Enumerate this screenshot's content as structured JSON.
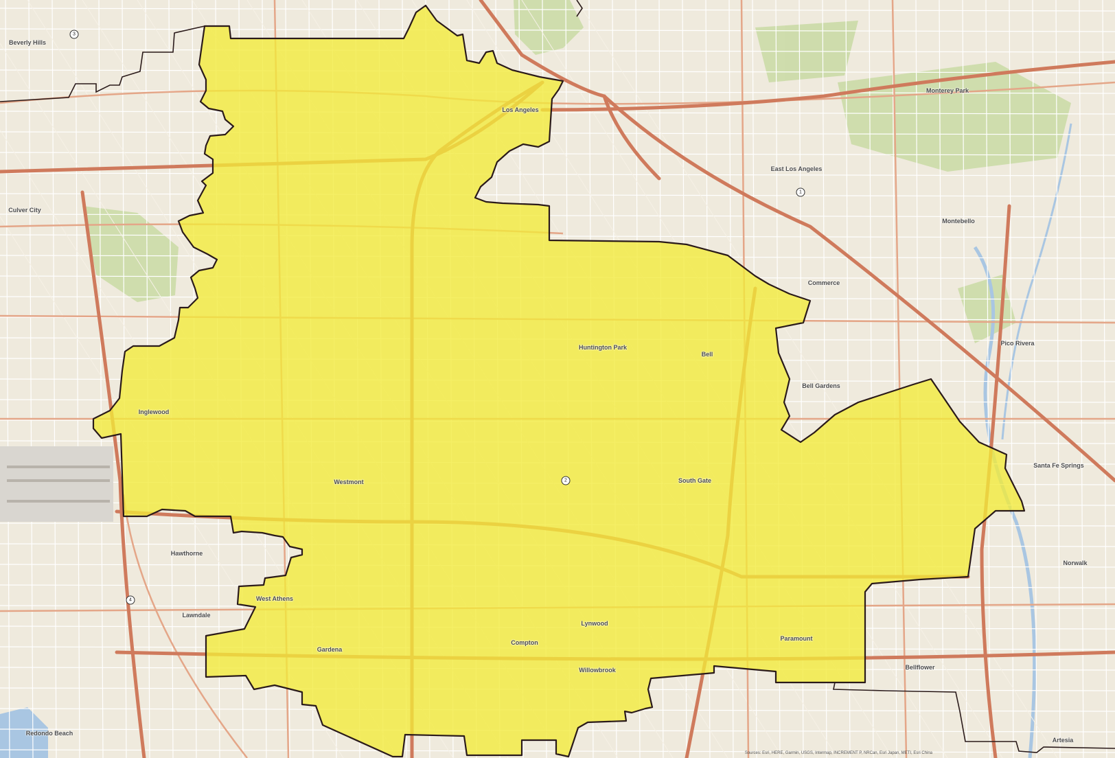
{
  "map": {
    "colors": {
      "land": "#efeadd",
      "street": "#ffffff",
      "arterial": "#e4a688",
      "freeway": "#cf7a5c",
      "park": "#cbdba7",
      "water": "#a9c6e2",
      "district_fill": "#f2ea3a",
      "district_border": "#2a1a1a"
    },
    "district_markers": [
      {
        "id": "3",
        "label": "3"
      },
      {
        "id": "1",
        "label": "1"
      },
      {
        "id": "2",
        "label": "2"
      },
      {
        "id": "4",
        "label": "4"
      }
    ],
    "place_labels": [
      {
        "id": "downtown",
        "text": "Los Angeles"
      },
      {
        "id": "east-la",
        "text": "East Los Angeles"
      },
      {
        "id": "inglewood",
        "text": "Inglewood"
      },
      {
        "id": "huntington-park",
        "text": "Huntington Park"
      },
      {
        "id": "bell",
        "text": "Bell"
      },
      {
        "id": "bell-gardens",
        "text": "Bell Gardens"
      },
      {
        "id": "commerce",
        "text": "Commerce"
      },
      {
        "id": "montebello",
        "text": "Montebello"
      },
      {
        "id": "pico-rivera",
        "text": "Pico Rivera"
      },
      {
        "id": "santa-fe-springs",
        "text": "Santa Fe Springs"
      },
      {
        "id": "hawthorne",
        "text": "Hawthorne"
      },
      {
        "id": "westmont",
        "text": "Westmont"
      },
      {
        "id": "south-gate",
        "text": "South Gate"
      },
      {
        "id": "lynwood",
        "text": "Lynwood"
      },
      {
        "id": "compton",
        "text": "Compton"
      },
      {
        "id": "paramount",
        "text": "Paramount"
      },
      {
        "id": "bellflower",
        "text": "Bellflower"
      },
      {
        "id": "gardena",
        "text": "Gardena"
      },
      {
        "id": "lawndale",
        "text": "Lawndale"
      },
      {
        "id": "culver-city",
        "text": "Culver City"
      },
      {
        "id": "beverly-hills",
        "text": "Beverly Hills"
      },
      {
        "id": "redondo-beach",
        "text": "Redondo Beach"
      },
      {
        "id": "norwalk",
        "text": "Norwalk"
      },
      {
        "id": "artesia",
        "text": "Artesia"
      },
      {
        "id": "monterey-park",
        "text": "Monterey Park"
      },
      {
        "id": "west-athens",
        "text": "West Athens"
      },
      {
        "id": "willowbrook",
        "text": "Willowbrook"
      }
    ],
    "attribution": "Sources: Esri, HERE, Garmin, USGS, Intermap, INCREMENT P, NRCan, Esri Japan, METI, Esri China"
  }
}
